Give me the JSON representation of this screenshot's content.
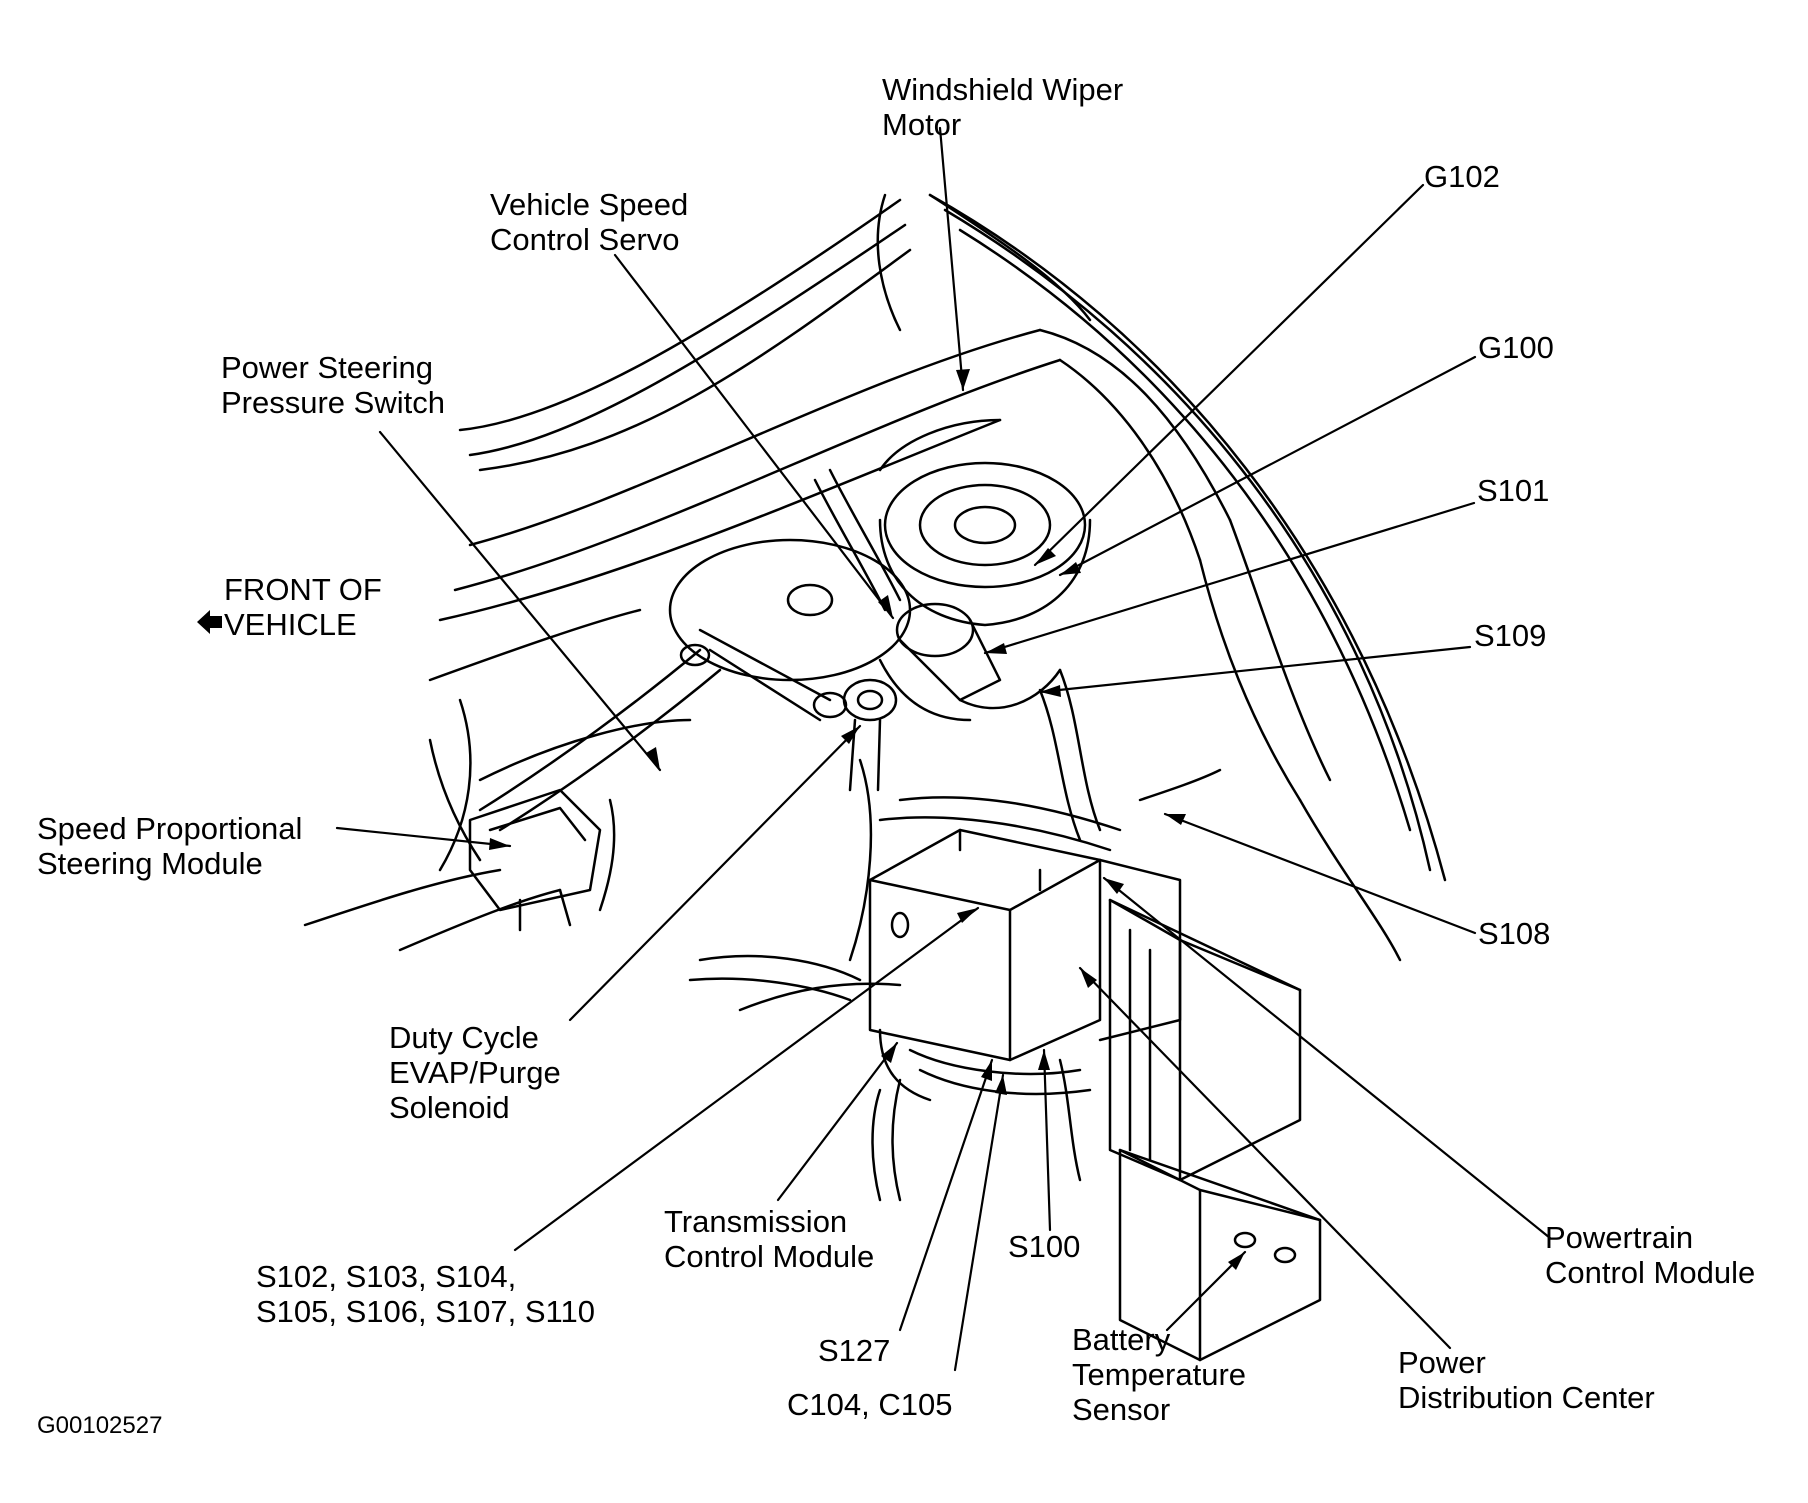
{
  "figure_id": "G00102527",
  "front_of_vehicle": {
    "line1": "FRONT OF",
    "line2": "VEHICLE"
  },
  "labels": {
    "windshield_wiper_motor": [
      "Windshield Wiper",
      "Motor"
    ],
    "vehicle_speed_control_servo": [
      "Vehicle Speed",
      "Control Servo"
    ],
    "power_steering_pressure_switch": [
      "Power Steering",
      "Pressure Switch"
    ],
    "g102": [
      "G102"
    ],
    "g100": [
      "G100"
    ],
    "s101": [
      "S101"
    ],
    "s109": [
      "S109"
    ],
    "s108": [
      "S108"
    ],
    "speed_proportional_steering_module": [
      "Speed Proportional",
      "Steering Module"
    ],
    "duty_cycle_evap_purge_solenoid": [
      "Duty Cycle",
      "EVAP/Purge",
      "Solenoid"
    ],
    "transmission_control_module": [
      "Transmission",
      "Control Module"
    ],
    "s100": [
      "S100"
    ],
    "powertrain_control_module": [
      "Powertrain",
      "Control Module"
    ],
    "splices_group": [
      "S102, S103, S104,",
      "S105, S106, S107, S110"
    ],
    "s127": [
      "S127"
    ],
    "c104_c105": [
      "C104, C105"
    ],
    "battery_temperature_sensor": [
      "Battery",
      "Temperature",
      "Sensor"
    ],
    "power_distribution_center": [
      "Power",
      "Distribution Center"
    ]
  },
  "colors": {
    "ink": "#000000",
    "paper": "#ffffff"
  }
}
